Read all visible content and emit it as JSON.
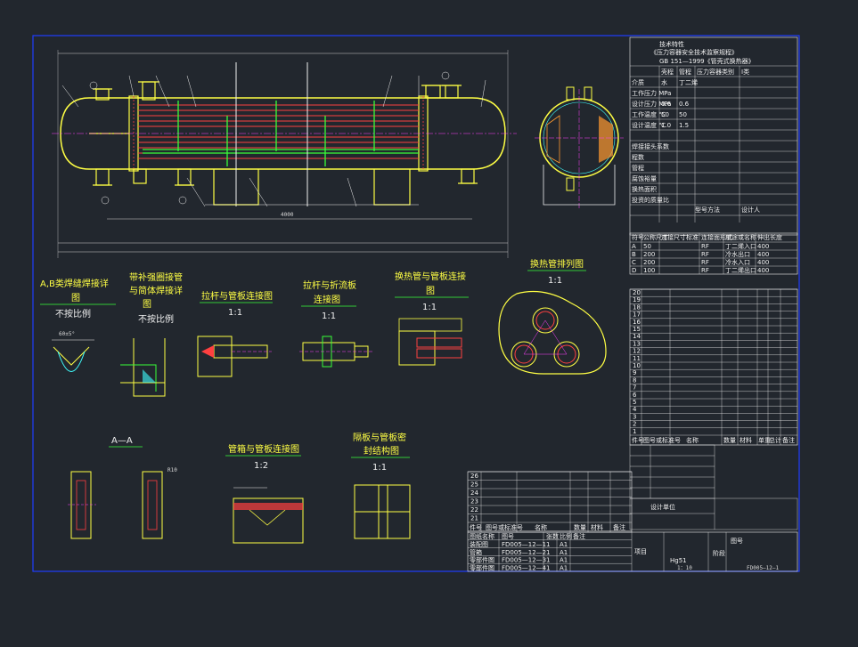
{
  "colors": {
    "background": "#22272e",
    "border": "#1f3cff",
    "shell": "#ffff44",
    "tube": "#ff4040",
    "green": "#38ff38",
    "white": "#f0f0f0",
    "magenta": "#ff40ff",
    "cyan": "#40ffff",
    "orange": "#ff9a30"
  },
  "main_view": {
    "dimension_4000": "4000"
  },
  "tech_block": {
    "title": "技术特性",
    "subtitle1": "《压力容器安全技术监察规程》",
    "subtitle2": "GB 151—1999《管壳式换热器》",
    "rows": [
      [
        "",
        "壳程",
        "管程",
        "压力容器类别",
        "I类"
      ],
      [
        "介质",
        "水",
        "丁二烯",
        "",
        ""
      ],
      [
        "工作压力 MPa",
        "",
        "",
        "",
        ""
      ],
      [
        "设计压力 MPa",
        "0.6",
        "0.6",
        "",
        ""
      ],
      [
        "工作温度 ℃",
        "50",
        "50",
        "",
        ""
      ],
      [
        "设计温度 ℃",
        "1.0",
        "1.5",
        "",
        ""
      ]
    ],
    "lower_rows": [
      "焊接接头系数",
      "程数",
      "管程",
      "腐蚀裕量",
      "换热面积",
      "投资的质量比"
    ],
    "model_text": "型号方法",
    "weight": "设计人"
  },
  "nozzle_table": {
    "header": [
      "符号",
      "公称尺寸",
      "连接尺寸标准",
      "连接面形式",
      "用途或名称",
      "伸出长度"
    ],
    "rows": [
      [
        "A",
        "50",
        "",
        "RF",
        "丁二烯入口",
        "400"
      ],
      [
        "B",
        "200",
        "",
        "RF",
        "冷水出口",
        "400"
      ],
      [
        "C",
        "200",
        "",
        "RF",
        "冷水入口",
        "400"
      ],
      [
        "D",
        "100",
        "",
        "RF",
        "丁二烯出口",
        "400"
      ]
    ]
  },
  "details": {
    "weld_detail": {
      "title1": "A,B类焊缝焊接详",
      "title2": "图",
      "scale": "不按比例",
      "angle": "60±5°"
    },
    "reinforce_detail": {
      "title1": "带补强圈接管",
      "title2": "与简体焊接详",
      "title3": "图",
      "scale": "不按比例"
    },
    "rod_tube_detail": {
      "title": "拉杆与管板连接图",
      "scale": "1:1"
    },
    "rod_baffle_detail": {
      "title1": "拉杆与折流板",
      "title2": "连接图",
      "scale": "1:1"
    },
    "tube_tubesheet_detail": {
      "title1": "换热管与管板连接",
      "title2": "图",
      "scale": "1:1"
    },
    "tube_layout": {
      "title": "换热管排列图",
      "scale": "1:1"
    },
    "section_aa": {
      "title": "A—A",
      "label": "R10"
    },
    "box_tubesheet": {
      "title": "管箱与管板连接图",
      "scale": "1:2"
    },
    "partition": {
      "title1": "隔板与管板密",
      "title2": "封结构图",
      "scale": "1:1"
    }
  },
  "parts_list": {
    "numbers": [
      "20",
      "19",
      "18",
      "17",
      "16",
      "15",
      "14",
      "13",
      "12",
      "11",
      "10",
      "9",
      "8",
      "7",
      "6",
      "5",
      "4",
      "3",
      "2",
      "1"
    ],
    "footer": [
      "件号",
      "图号或标准号",
      "名称",
      "数量",
      "材料",
      "单重",
      "总计",
      "备注"
    ]
  },
  "parts_list2": {
    "numbers": [
      "26",
      "25",
      "24",
      "23",
      "22",
      "21"
    ],
    "footer": [
      "件号",
      "图号或标准号",
      "名称",
      "数量",
      "材料",
      "备注"
    ]
  },
  "title_block": {
    "drawing_list_header": [
      "图纸名称",
      "图号",
      "张数",
      "比例",
      "备注"
    ],
    "drawing_list": [
      [
        "装配图",
        "FD005—12—1",
        "1",
        "A1"
      ],
      [
        "管箱",
        "FD005—12—2",
        "1",
        "A1"
      ],
      [
        "零部件图",
        "FD005—12—3",
        "1",
        "A1"
      ],
      [
        "零部件图",
        "FD005—12—4",
        "1",
        "A1"
      ]
    ],
    "company": "设计单位",
    "project": "项目",
    "scale": "1：10",
    "drawing_no": "FD005—12—1",
    "label_hg": "Hg51",
    "stage": "阶段",
    "design_label": "图号"
  }
}
